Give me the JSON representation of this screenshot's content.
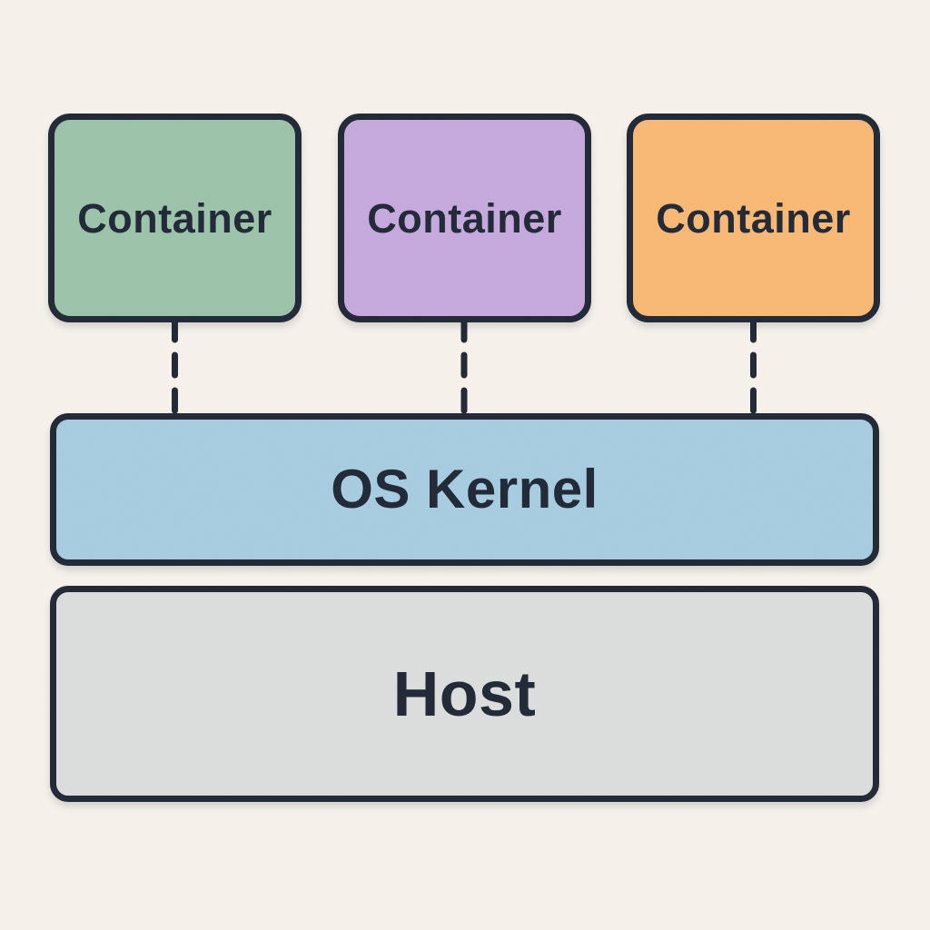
{
  "diagram": {
    "kind": "container-architecture-diagram",
    "colors": {
      "background": "#f7f3ec",
      "ink": "#232b38",
      "container_green": "#9dc5ac",
      "container_purple": "#c7abdf",
      "container_orange": "#f9ba76",
      "kernel_blue": "#a8cee1",
      "host_gray": "#dcdfde"
    },
    "containers": [
      {
        "label": "Container",
        "fill": "#9dc5ac"
      },
      {
        "label": "Container",
        "fill": "#c7abdf"
      },
      {
        "label": "Container",
        "fill": "#f9ba76"
      }
    ],
    "kernel": {
      "label": "OS Kernel",
      "fill": "#a8cee1"
    },
    "host": {
      "label": "Host",
      "fill": "#dcdfde"
    },
    "connectors": {
      "style": "dashed-vertical",
      "count": 3,
      "from": "container",
      "to": "kernel"
    }
  }
}
